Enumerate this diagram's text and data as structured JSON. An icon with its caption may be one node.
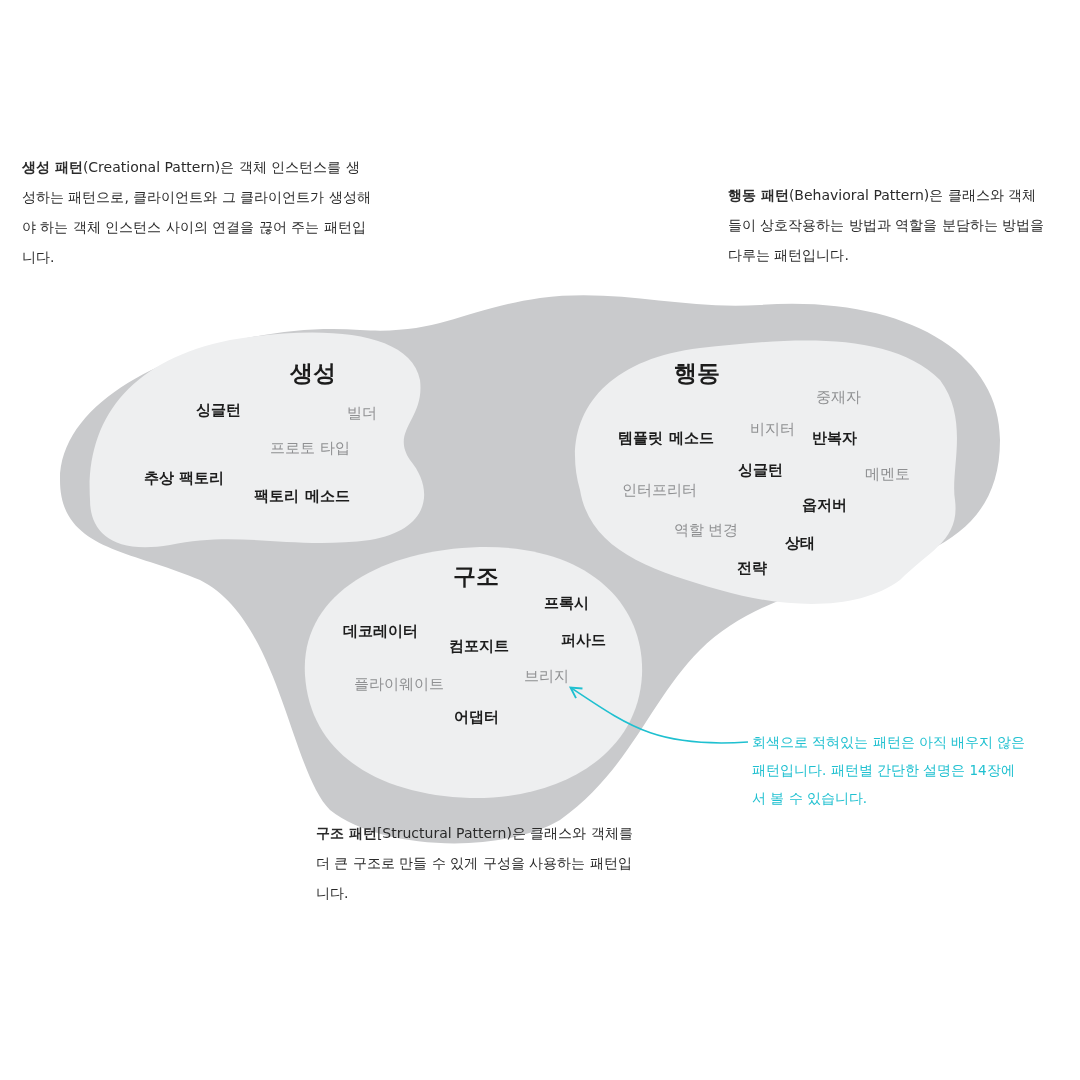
{
  "diagram": {
    "nodes": [
      {
        "text": [],
        "shape": "cloud"
      },
      {
        "text": [
          "생성",
          "싱글턴",
          "빌더",
          "프로토 타입",
          "추상 팩토리",
          "팩토리 메소드"
        ],
        "in": 0
      },
      {
        "text": [
          "행동",
          "중재자",
          "비지터",
          "템플릿 메소드",
          "반복자",
          "싱글턴",
          "메멘토",
          "인터프리터",
          "옵저버",
          "역할 변경",
          "상태",
          "전략"
        ],
        "in": 0
      },
      {
        "text": [
          "구조",
          "프록시",
          "데코레이터",
          "퍼사드",
          "컴포지트",
          "플라이웨이트",
          "어댑터"
        ],
        "in": 0
      },
      {
        "text": [
          "브리지"
        ],
        "in": 3
      },
      {
        "text": [
          "회색으로 적혀있는 패턴은 아직 배우지 않은 패턴입니다. 패턴별 간단한 설명은 14장에서 볼 수 있습니다."
        ]
      }
    ],
    "edges": [
      {
        "from": 5,
        "to": 4,
        "arrow": "to"
      }
    ],
    "labels": [
      "**생성 패턴**(Creational Pattern)은 객체 인스턴스를 생성하는 패턴으로, 클라이언트와 그 클라이언트가 생성해야 하는 객체 인스턴스 사이의 연결을 끊어 주는 패턴입니다.",
      "**행동 패턴**(Behavioral Pattern)은 클래스와 객체들이 상호작용하는 방법과 역할을 분담하는 방법을 다루는 패턴입니다.",
      "**구조 패턴**[Structural Pattern)은 클래스와 객체를 더 큰 구조로 만들 수 있게 구성을 사용하는 패턴입니다."
    ]
  }
}
